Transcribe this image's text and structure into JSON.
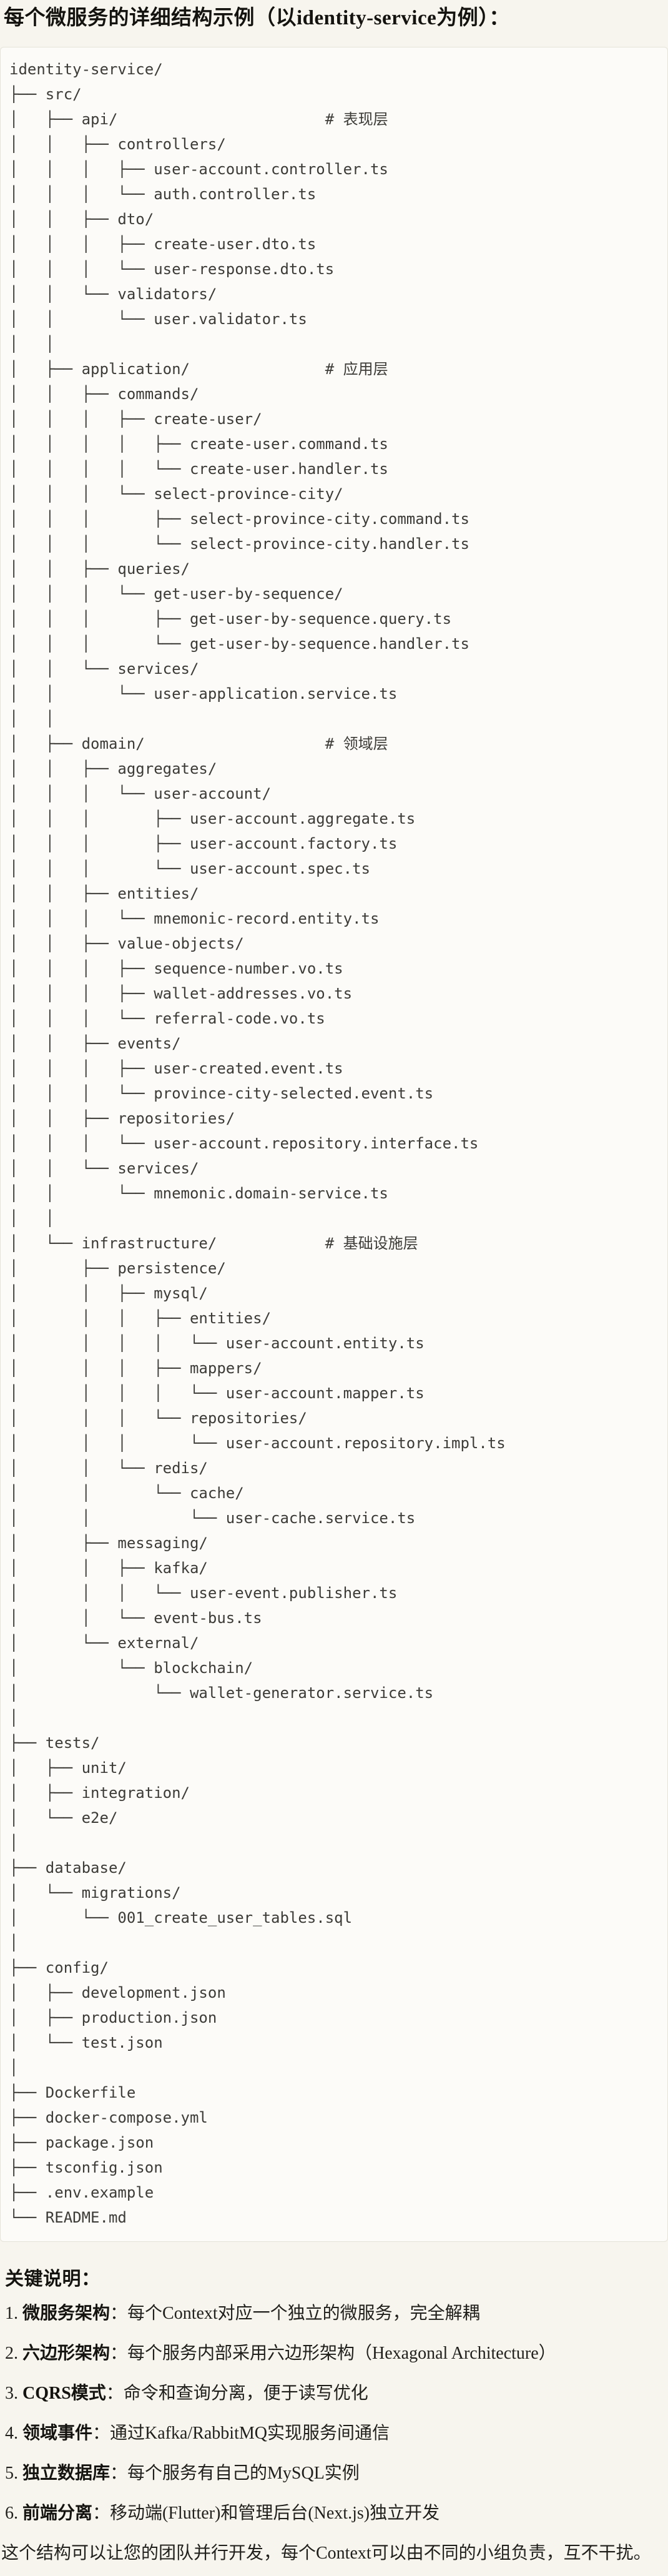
{
  "doc": {
    "title": "每个微服务的详细结构示例（以identity-service为例）：",
    "tree_lines": [
      "identity-service/",
      "├── src/",
      "│   ├── api/                       # 表现层",
      "│   │   ├── controllers/",
      "│   │   │   ├── user-account.controller.ts",
      "│   │   │   └── auth.controller.ts",
      "│   │   ├── dto/",
      "│   │   │   ├── create-user.dto.ts",
      "│   │   │   └── user-response.dto.ts",
      "│   │   └── validators/",
      "│   │       └── user.validator.ts",
      "│   │",
      "│   ├── application/               # 应用层",
      "│   │   ├── commands/",
      "│   │   │   ├── create-user/",
      "│   │   │   │   ├── create-user.command.ts",
      "│   │   │   │   └── create-user.handler.ts",
      "│   │   │   └── select-province-city/",
      "│   │   │       ├── select-province-city.command.ts",
      "│   │   │       └── select-province-city.handler.ts",
      "│   │   ├── queries/",
      "│   │   │   └── get-user-by-sequence/",
      "│   │   │       ├── get-user-by-sequence.query.ts",
      "│   │   │       └── get-user-by-sequence.handler.ts",
      "│   │   └── services/",
      "│   │       └── user-application.service.ts",
      "│   │",
      "│   ├── domain/                    # 领域层",
      "│   │   ├── aggregates/",
      "│   │   │   └── user-account/",
      "│   │   │       ├── user-account.aggregate.ts",
      "│   │   │       ├── user-account.factory.ts",
      "│   │   │       └── user-account.spec.ts",
      "│   │   ├── entities/",
      "│   │   │   └── mnemonic-record.entity.ts",
      "│   │   ├── value-objects/",
      "│   │   │   ├── sequence-number.vo.ts",
      "│   │   │   ├── wallet-addresses.vo.ts",
      "│   │   │   └── referral-code.vo.ts",
      "│   │   ├── events/",
      "│   │   │   ├── user-created.event.ts",
      "│   │   │   └── province-city-selected.event.ts",
      "│   │   ├── repositories/",
      "│   │   │   └── user-account.repository.interface.ts",
      "│   │   └── services/",
      "│   │       └── mnemonic.domain-service.ts",
      "│   │",
      "│   └── infrastructure/            # 基础设施层",
      "│       ├── persistence/",
      "│       │   ├── mysql/",
      "│       │   │   ├── entities/",
      "│       │   │   │   └── user-account.entity.ts",
      "│       │   │   ├── mappers/",
      "│       │   │   │   └── user-account.mapper.ts",
      "│       │   │   └── repositories/",
      "│       │   │       └── user-account.repository.impl.ts",
      "│       │   └── redis/",
      "│       │       └── cache/",
      "│       │           └── user-cache.service.ts",
      "│       ├── messaging/",
      "│       │   ├── kafka/",
      "│       │   │   └── user-event.publisher.ts",
      "│       │   └── event-bus.ts",
      "│       └── external/",
      "│           └── blockchain/",
      "│               └── wallet-generator.service.ts",
      "│",
      "├── tests/",
      "│   ├── unit/",
      "│   ├── integration/",
      "│   └── e2e/",
      "│",
      "├── database/",
      "│   └── migrations/",
      "│       └── 001_create_user_tables.sql",
      "│",
      "├── config/",
      "│   ├── development.json",
      "│   ├── production.json",
      "│   └── test.json",
      "│",
      "├── Dockerfile",
      "├── docker-compose.yml",
      "├── package.json",
      "├── tsconfig.json",
      "├── .env.example",
      "└── README.md"
    ],
    "notes": {
      "heading": "关键说明：",
      "items": [
        {
          "num": "1.",
          "label": "微服务架构",
          "text": "：每个Context对应一个独立的微服务，完全解耦"
        },
        {
          "num": "2.",
          "label": "六边形架构",
          "text": "：每个服务内部采用六边形架构（Hexagonal Architecture）"
        },
        {
          "num": "3.",
          "label": "CQRS模式",
          "text": "：命令和查询分离，便于读写优化"
        },
        {
          "num": "4.",
          "label": "领域事件",
          "text": "：通过Kafka/RabbitMQ实现服务间通信"
        },
        {
          "num": "5.",
          "label": "独立数据库",
          "text": "：每个服务有自己的MySQL实例"
        },
        {
          "num": "6.",
          "label": "前端分离",
          "text": "：移动端(Flutter)和管理后台(Next.js)独立开发"
        }
      ],
      "footer": "这个结构可以让您的团队并行开发，每个Context可以由不同的小组负责，互不干扰。"
    },
    "colors": {
      "page_bg": "#f7f5ee",
      "code_bg": "#fcfbf8",
      "code_border": "#e5e3d9",
      "code_text": "#3c3b37",
      "heading_text": "#14130f"
    }
  }
}
